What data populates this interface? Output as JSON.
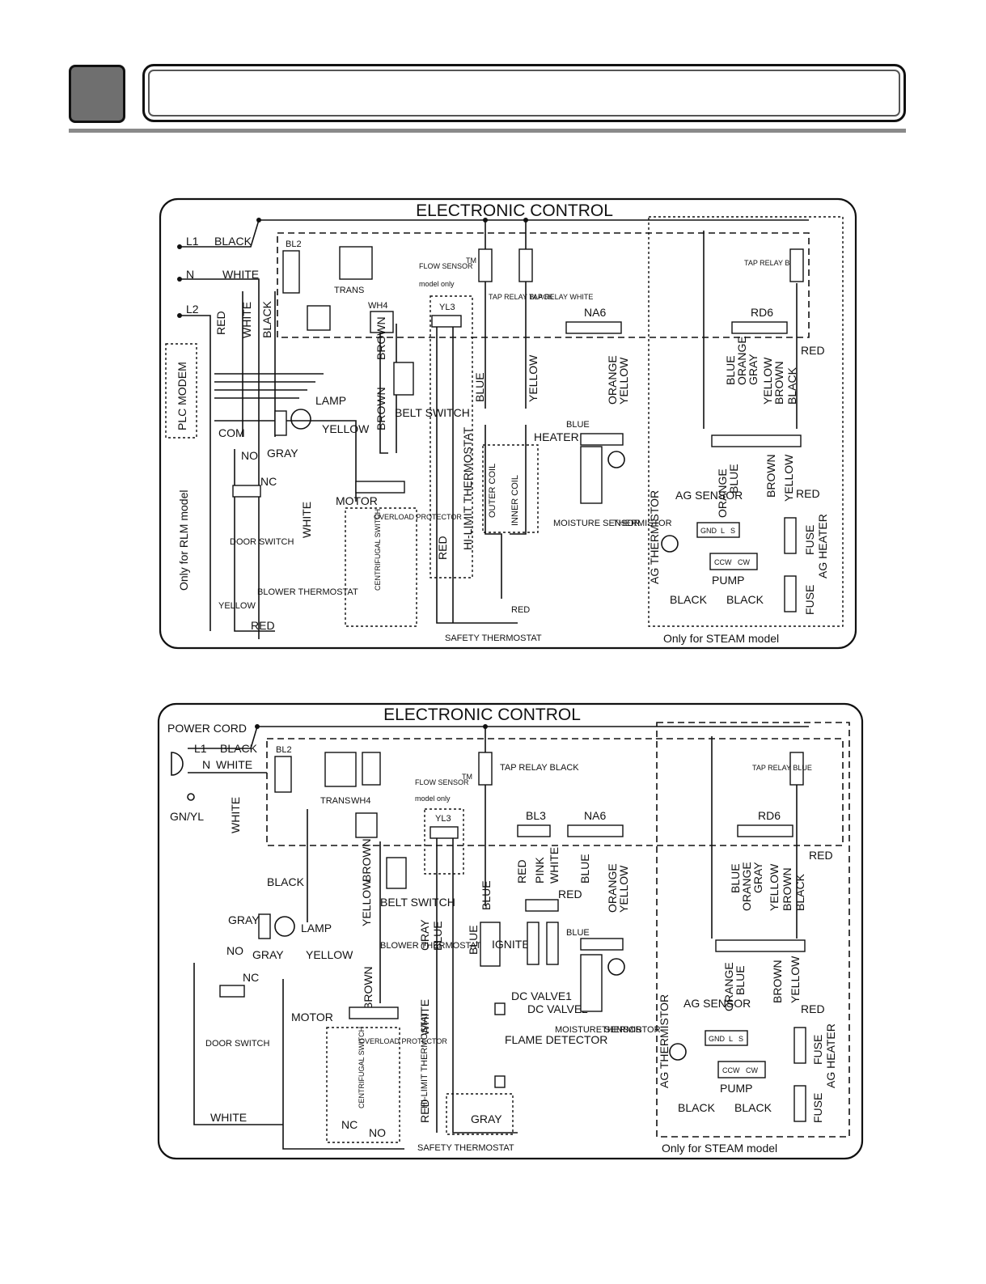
{
  "diagram_top": {
    "title": "ELECTRONIC CONTROL",
    "power": {
      "l1": "L1",
      "n": "N",
      "l2": "L2",
      "black": "BLACK",
      "white": "WHITE"
    },
    "connectors": {
      "bl2": "BL2",
      "wh4": "WH4",
      "yl3": "YL3",
      "na6": "NA6",
      "rd6": "RD6",
      "trans": "TRANS"
    },
    "flow_sensor": "FLOW SENSOR",
    "tm": "TM",
    "model_only": "model only",
    "tap_relay_black": "TAP RELAY BLACK",
    "tap_relay_white": "TAP RELAY WHITE",
    "tap_relay_blue": "TAP RELAY BLUE",
    "plc_modem": "PLC MODEM",
    "rlm_note": "Only for RLM model",
    "steam_note": "Only for STEAM model",
    "lamp": "LAMP",
    "com": "COM",
    "no": "NO",
    "nc": "NC",
    "door_switch": "DOOR SWITCH",
    "belt_switch": "BELT SWITCH",
    "motor": "MOTOR",
    "overload_protector": "OVERLOAD PROTECTOR",
    "centrifugal_switch": "CENTRIFUGAL SWITCH",
    "blower_thermostat": "BLOWER THERMOSTAT",
    "hi_limit": "HI-LIMIT THERMOSTAT",
    "safety_thermostat": "SAFETY THERMOSTAT",
    "heater": "HEATER",
    "outer_coil": "OUTER COIL",
    "inner_coil": "INNER COIL",
    "moisture_sensor": "MOISTURE SENSOR",
    "thermistor": "THERMISTOR",
    "ag_thermistor": "AG THERMISTOR",
    "ag_sensor": "AG SENSOR",
    "gnd": "GND",
    "l": "L",
    "s": "S",
    "ccw": "CCW",
    "cw": "CW",
    "pump": "PUMP",
    "fuse": "FUSE",
    "ag_heater": "AG HEATER",
    "colors": {
      "red": "RED",
      "white": "WHITE",
      "black": "BLACK",
      "brown": "BROWN",
      "yellow": "YELLOW",
      "gray": "GRAY",
      "blue": "BLUE",
      "orange": "ORANGE"
    }
  },
  "diagram_bottom": {
    "title": "ELECTRONIC CONTROL",
    "power_cord": "POWER CORD",
    "l1": "L1",
    "n": "N",
    "gnyl": "GN/YL",
    "connectors": {
      "bl2": "BL2",
      "wh4": "WH4",
      "yl3": "YL3",
      "bl3": "BL3",
      "na6": "NA6",
      "rd6": "RD6",
      "trans": "TRANS"
    },
    "flow_sensor": "FLOW SENSOR",
    "tm": "TM",
    "model_only": "model only",
    "tap_relay_black": "TAP RELAY BLACK",
    "tap_relay_blue": "TAP RELAY BLUE",
    "lamp": "LAMP",
    "no": "NO",
    "nc": "NC",
    "door_switch": "DOOR SWITCH",
    "belt_switch": "BELT SWITCH",
    "blower_thermostat": "BLOWER THERMOSTAT",
    "motor": "MOTOR",
    "overload_protector": "OVERLOAD PROTECTOR",
    "centrifugal_switch": "CENTRIFUGAL SWITCH",
    "hi_limit": "HI-LIMIT THERMOSTAT",
    "safety_thermostat": "SAFETY THERMOSTAT",
    "igniter": "IGNITER",
    "dc_valve1": "DC VALVE1",
    "dc_valve2": "DC VALVE2",
    "flame_detector": "FLAME DETECTOR",
    "moisture_sensor": "MOISTURE SENSOR",
    "thermistor": "THERMISTOR",
    "ag_thermistor": "AG THERMISTOR",
    "ag_sensor": "AG SENSOR",
    "gnd": "GND",
    "l": "L",
    "s": "S",
    "ccw": "CCW",
    "cw": "CW",
    "pump": "PUMP",
    "fuse": "FUSE",
    "ag_heater": "AG HEATER",
    "steam_note": "Only for STEAM model",
    "colors": {
      "black": "BLACK",
      "white": "WHITE",
      "gray": "GRAY",
      "yellow": "YELLOW",
      "brown": "BROWN",
      "blue": "BLUE",
      "red": "RED",
      "pink": "PINK",
      "orange": "ORANGE"
    }
  }
}
